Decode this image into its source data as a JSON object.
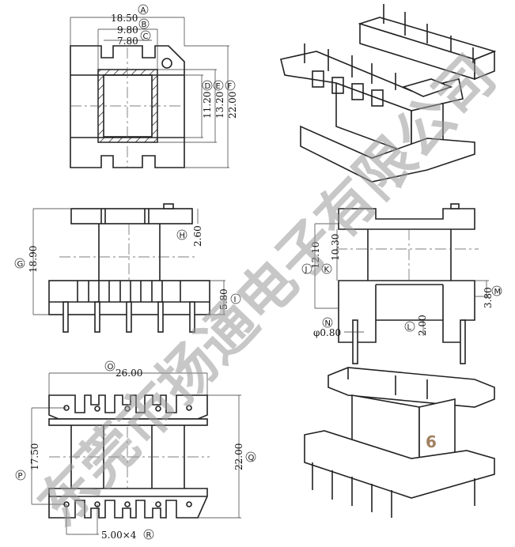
{
  "top_view": {
    "A": "A",
    "a_val": "18.50",
    "B": "B",
    "b_val": "9.80",
    "C": "C",
    "c_val": "7.80",
    "D": "D",
    "d_val": "11.20",
    "E": "E",
    "e_val": "13.20",
    "F": "F",
    "f_val": "22.00"
  },
  "side_view": {
    "G": "G",
    "g_val": "18.90",
    "H": "H",
    "h_val": "2.60",
    "I": "I",
    "i_val": "5.80"
  },
  "front_view": {
    "J": "J",
    "j_val": "12.10",
    "K": "K",
    "k_val": "10.30",
    "M": "M",
    "m_val": "3.80",
    "L": "L",
    "l_val": "2.00",
    "N": "N",
    "n_val": "φ0.80"
  },
  "bottom_view": {
    "O": "O",
    "o_val": "26.00",
    "P": "P",
    "p_val": "17.50",
    "Q": "Q",
    "q_val": "22.00",
    "R": "R",
    "r_val": "5.00×4"
  },
  "page_number": "6",
  "watermark": "东莞市扬通电子有限公司"
}
